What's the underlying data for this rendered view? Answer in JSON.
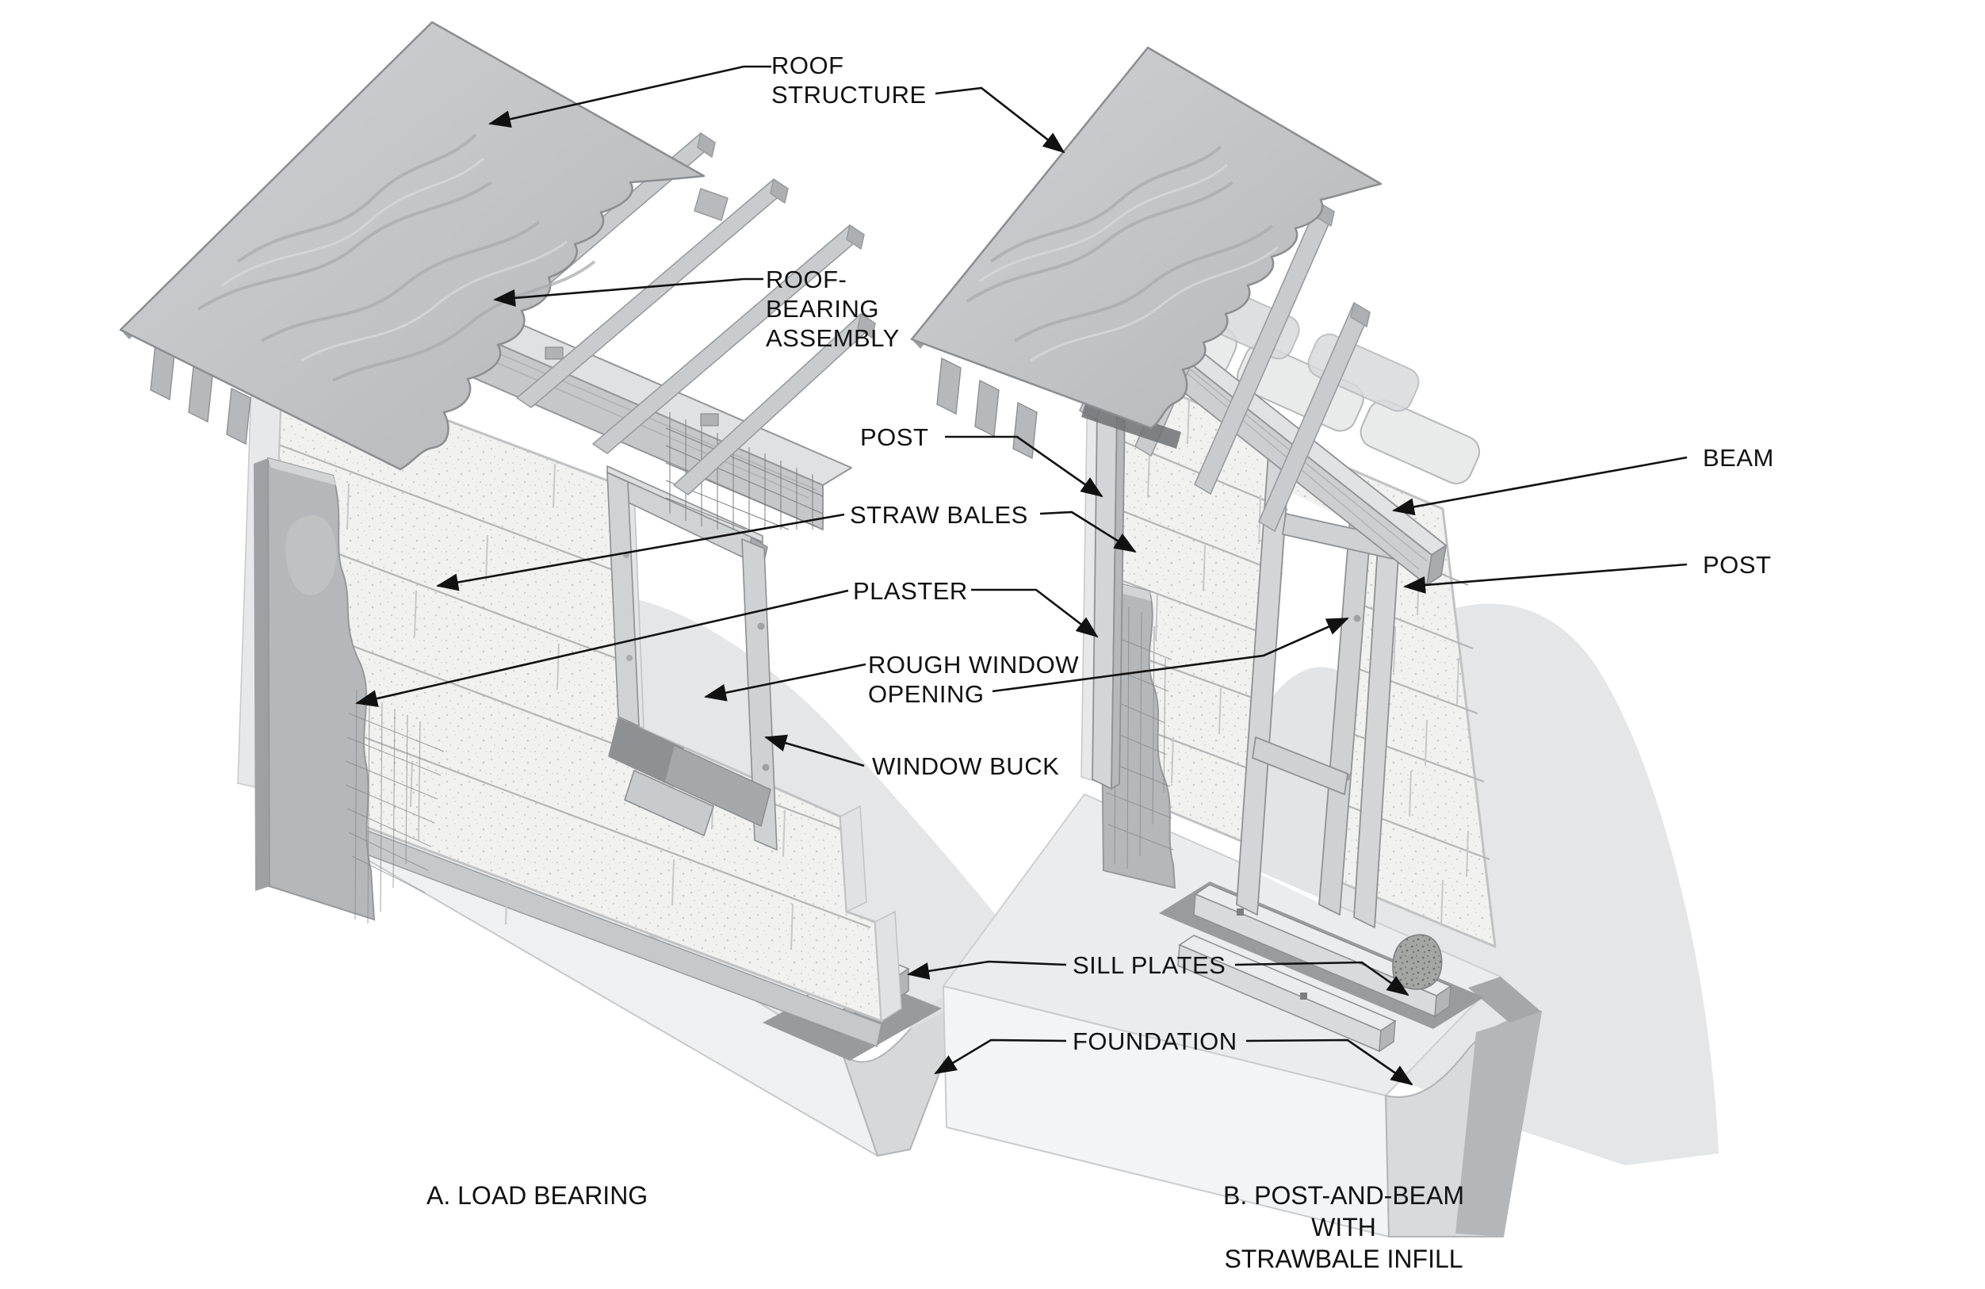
{
  "figure": {
    "type": "architectural-construction-diagram",
    "subject": "Straw bale wall systems: load bearing vs post-and-beam with strawbale infill",
    "panels": [
      {
        "id": "A",
        "caption": "A. LOAD BEARING"
      },
      {
        "id": "B",
        "caption": "B. POST-AND-BEAM WITH\nSTRAWBALE INFILL"
      }
    ],
    "callouts": {
      "roof_structure": "ROOF\nSTRUCTURE",
      "roof_bearing_assembly": "ROOF-\nBEARING\nASSEMBLY",
      "post_left": "POST",
      "straw_bales": "STRAW BALES",
      "plaster": "PLASTER",
      "rough_window_opening": "ROUGH WINDOW\nOPENING",
      "window_buck": "WINDOW BUCK",
      "beam": "BEAM",
      "post_right": "POST",
      "sill_plates": "SILL PLATES",
      "foundation": "FOUNDATION"
    },
    "colors": {
      "background": "#ffffff",
      "line": "#111111",
      "bale": "#f1f1ef",
      "bale_shadow": "#c9cbcd",
      "plaster": "#b5b8ba",
      "wood": "#cdd0d1",
      "wood_dark": "#a8abad",
      "plywood": "#c5c7c9",
      "foundation_front": "#f0f1f2",
      "foundation_end": "#d6d8d9",
      "sill_seat": "#989b9e",
      "backdrop": "#e4e6e7"
    }
  }
}
